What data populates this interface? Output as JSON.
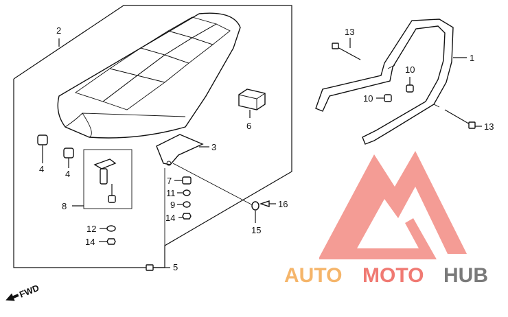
{
  "diagram": {
    "callouts": {
      "c1": "1",
      "c2": "2",
      "c3": "3",
      "c4a": "4",
      "c4b": "4",
      "c5": "5",
      "c6": "6",
      "c7": "7",
      "c8": "8",
      "c9": "9",
      "c10a": "10",
      "c10b": "10",
      "c11": "11",
      "c12": "12",
      "c13a": "13",
      "c13b": "13",
      "c14a": "14",
      "c14b": "14",
      "c15": "15",
      "c16": "16"
    },
    "fwd_label": "FWD"
  },
  "watermark": {
    "word_auto": "AUTO",
    "word_moto": "MOTO",
    "word_hub": "HUB",
    "colors": {
      "auto": "#f5b56a",
      "moto": "#f07a73",
      "hub": "#7a7a7a",
      "logo": "#f28b82"
    }
  }
}
